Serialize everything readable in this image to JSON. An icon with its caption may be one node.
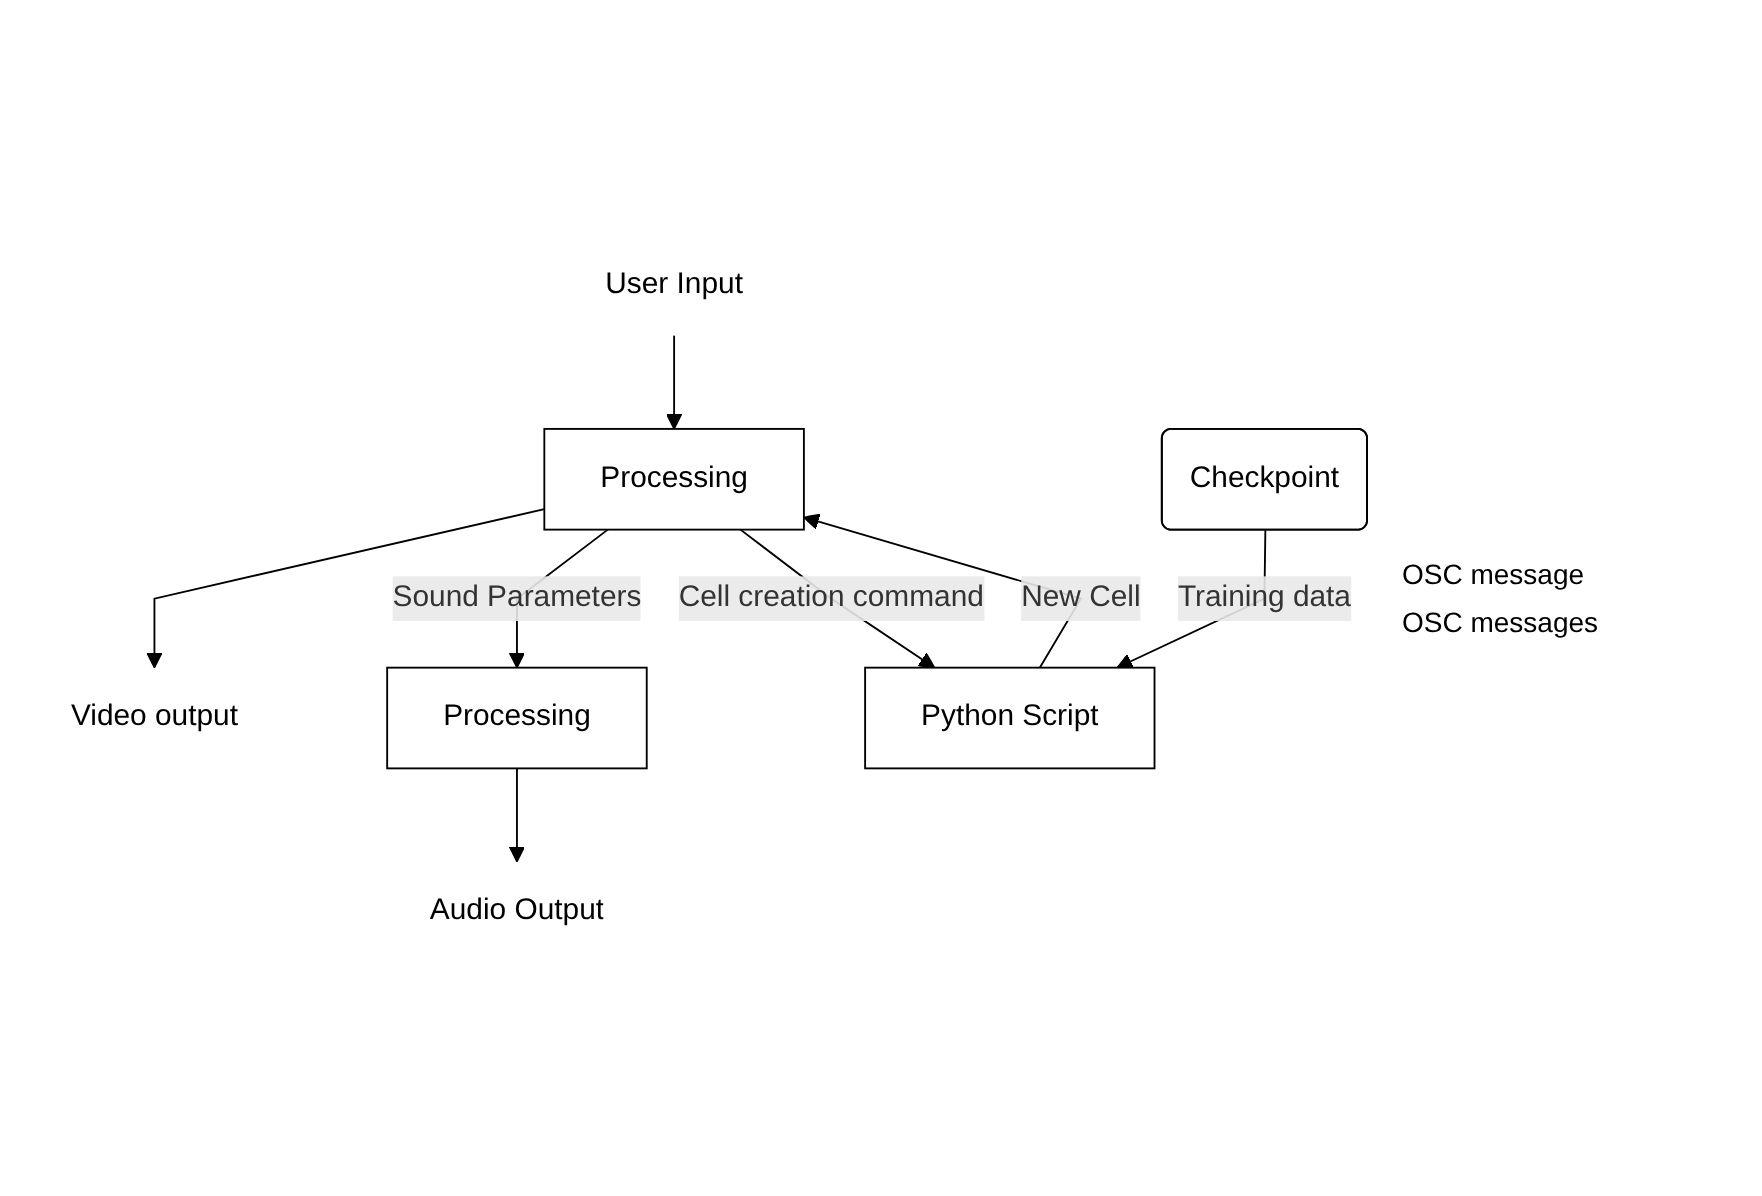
{
  "diagram": {
    "nodes": [
      {
        "text": [
          "Processing"
        ]
      },
      {
        "text": [
          "Processing"
        ]
      },
      {
        "text": [
          "Checkpoint"
        ]
      },
      {
        "text": [
          "Python Script"
        ]
      },
      {
        "text": [
          "Audio Output"
        ]
      },
      {
        "text": [
          "Video output"
        ]
      },
      {
        "text": [
          "User Input"
        ]
      }
    ],
    "edges": [
      {
        "from": 0,
        "to": 4,
        "arrow": "to"
      },
      {
        "from": 1,
        "to": 5,
        "arrow": "to"
      },
      {
        "from": 6,
        "to": 1,
        "arrow": "to"
      },
      {
        "from": 1,
        "to": 0,
        "arrow": "to",
        "label": "Sound Parameters"
      },
      {
        "from": 3,
        "to": 1,
        "arrow": "to",
        "label": "New Cell"
      },
      {
        "from": 1,
        "to": 3,
        "arrow": "to",
        "label": "Cell creation command"
      },
      {
        "from": 2,
        "to": 3,
        "arrow": "to",
        "label": "Training data"
      }
    ],
    "labels": [
      "OSC message",
      "OSC messages"
    ]
  }
}
